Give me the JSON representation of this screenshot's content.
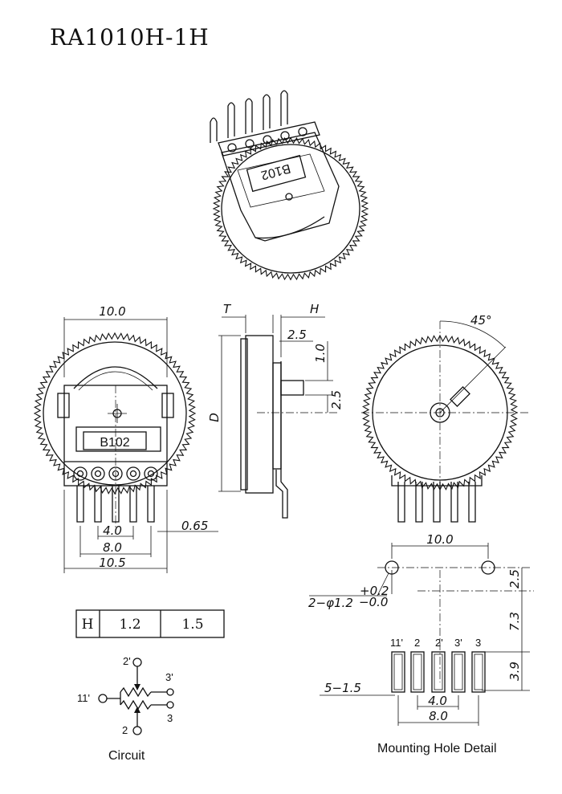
{
  "title": "RA1010H-1H",
  "marking": "B102",
  "front_view": {
    "dim_width": "10.0",
    "dim_pin_pitch": "4.0",
    "dim_pin_span": "8.0",
    "dim_overall": "10.5",
    "dim_pin_width": "0.65"
  },
  "side_view": {
    "label_t": "T",
    "label_h": "H",
    "label_d": "D",
    "dim_a": "2.5",
    "dim_b": "1.0",
    "dim_c": "2.5"
  },
  "back_view": {
    "angle": "45°"
  },
  "h_table": {
    "header": "H",
    "values": [
      "1.2",
      "1.5"
    ]
  },
  "circuit": {
    "caption": "Circuit",
    "pins": [
      "2'",
      "3'",
      "11'",
      "3",
      "2"
    ]
  },
  "mounting": {
    "caption": "Mounting Hole Detail",
    "dim_width": "10.0",
    "dim_top": "2.5",
    "dim_mid": "7.3",
    "dim_slot": "3.9",
    "hole_spec": "2−φ1.2",
    "tol_plus": "+0.2",
    "tol_minus": "−0.0",
    "slot_spec": "5−1.5",
    "dim_pitch": "4.0",
    "dim_span": "8.0",
    "pin_labels": [
      "11'",
      "2",
      "2'",
      "3'",
      "3"
    ]
  }
}
